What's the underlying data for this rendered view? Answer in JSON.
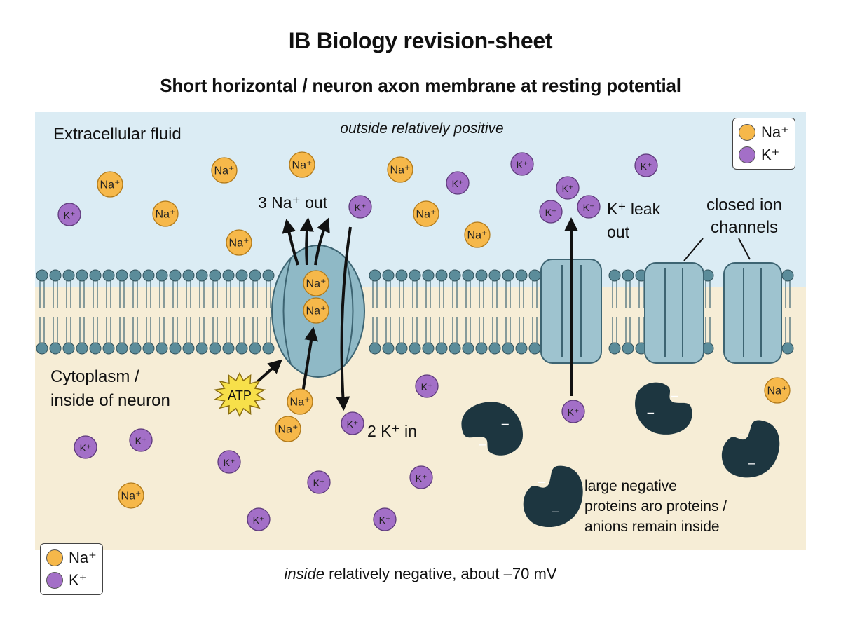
{
  "title": "IB Biology revision-sheet",
  "subtitle": "Short horizontal / neuron axon membrane at resting potential",
  "labels": {
    "extracellular": "Extracellular fluid",
    "outside_positive": "outside relatively positive",
    "cytoplasm_line1": "Cytoplasm /",
    "cytoplasm_line2": "inside of neuron",
    "na_out": "3 Na⁺ out",
    "k_in": "2 K⁺ in",
    "k_leak_line1": "K⁺ leak",
    "k_leak_line2": "out",
    "closed_line1": "closed ion",
    "closed_line2": "channels",
    "anions_line1": "large negative",
    "anions_line2": "proteins aro proteins /",
    "anions_line3": "anions remain inside",
    "atp": "ATP",
    "inside_italic": "inside",
    "inside_rest": " relatively negative, about –70 mV"
  },
  "ions": {
    "na_symbol": "Na⁺",
    "k_symbol": "K⁺",
    "protein_charge": "–"
  },
  "legend": {
    "na_label": "Na⁺",
    "k_label": "K⁺"
  },
  "colors": {
    "extracellular_bg": "#dbecf4",
    "cytoplasm_bg": "#f6edd6",
    "sodium": "#f6b84a",
    "potassium": "#a36fc7",
    "membrane_head": "#5b8c9a",
    "protein": "#9ec3cf",
    "anion_protein": "#1d3640",
    "atp": "#f7e04a"
  }
}
